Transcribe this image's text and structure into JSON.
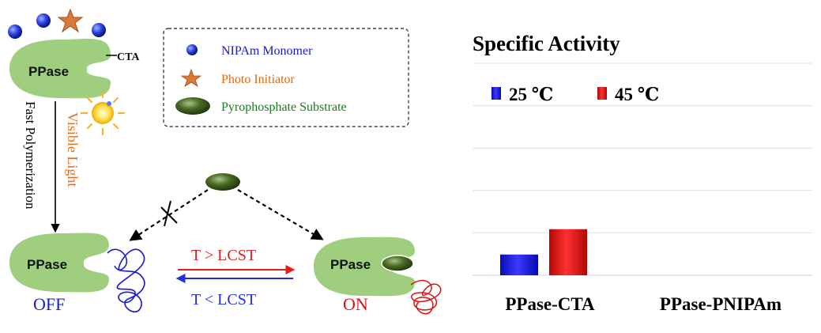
{
  "scheme": {
    "enzyme_label": "PPase",
    "cta_label": "CTA",
    "legend": {
      "monomer": "NIPAm Monomer",
      "initiator": "Photo Initiator",
      "substrate": "Pyrophosphate Substrate"
    },
    "vertical_process": "Fast Polymerization",
    "light_label": "Visible Light",
    "heat_label": "T > LCST",
    "cool_label": "T < LCST",
    "off_label": "OFF",
    "on_label": "ON"
  },
  "colors": {
    "enzyme": "#9fcf7e",
    "monomer": "#2233cc",
    "initiator": "#d97a3a",
    "substrate": "#3f5a1e",
    "legend_monomer_text": "#1a1acc",
    "legend_initiator_text": "#e06a10",
    "legend_substrate_text": "#1a7a1a",
    "off_text": "#1a1acc",
    "on_text": "#dd1111",
    "heat_arrow": "#e02020",
    "cool_arrow": "#2030e0",
    "bar_25": "#1515e0",
    "bar_45": "#e01010"
  },
  "chart_data": {
    "type": "bar",
    "title": "Specific Activity",
    "categories": [
      "PPase-CTA",
      "PPase-PNIPAm"
    ],
    "series": [
      {
        "name": "25 ℃",
        "values": [
          0.45
        ]
      },
      {
        "name": "45 ℃",
        "values": [
          1.0
        ]
      }
    ],
    "ylim": [
      0,
      4.6
    ],
    "grid": true,
    "legend": "top-left",
    "xlabel": "",
    "ylabel": ""
  }
}
